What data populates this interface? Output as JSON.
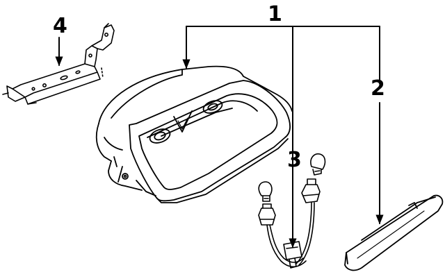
{
  "callouts": {
    "c1": "1",
    "c2": "2",
    "c3": "3",
    "c4": "4"
  },
  "parts": {
    "lamp_housing": "lamp-assembly",
    "lens_cover": "lens",
    "bulb_socket_harness": "socket-and-wire",
    "mounting_bracket": "bracket"
  }
}
